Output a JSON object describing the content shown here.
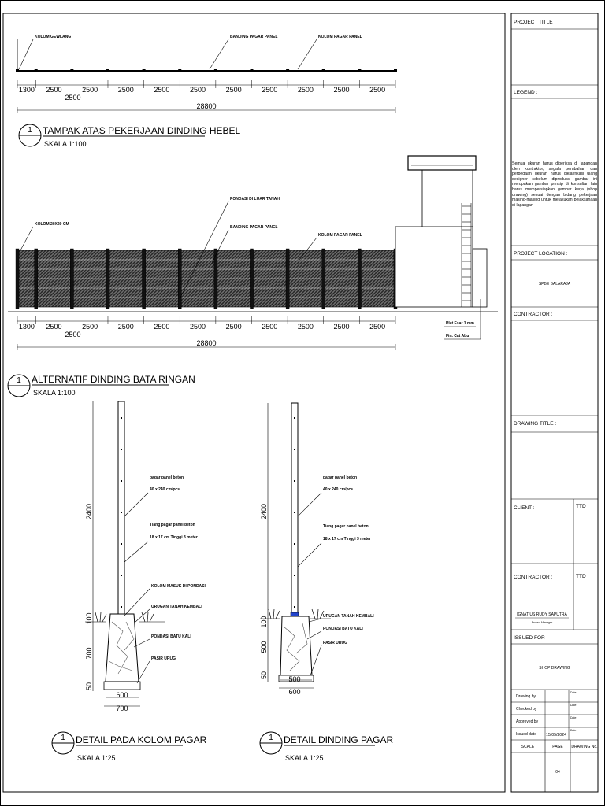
{
  "plan_view": {
    "labels": {
      "column_end": "KOLOM GEWLANG",
      "panel_wall": "BANDING PAGAR PANEL",
      "panel_column": "KOLOM PAGAR PANEL"
    },
    "dims": [
      "1300",
      "2500",
      "2500",
      "2500",
      "2500",
      "2500",
      "2500",
      "2500",
      "2500",
      "2500",
      "2500"
    ],
    "dim_below": "2500",
    "total": "28800",
    "number": "1",
    "title": "TAMPAK ATAS PEKERJAAN DINDING HEBEL",
    "scale": "SKALA 1:100"
  },
  "elevation": {
    "labels": {
      "column": "KOLOM 20X20 CM",
      "ground_foundation": "PONDASI DI LUAR TANAH",
      "panel_wall": "BANDING PAGAR PANEL",
      "panel_column": "KOLOM PAGAR PANEL"
    },
    "paint_note_1": "Plat Esar 1 mm",
    "paint_note_2": "Fin. Cat Abu",
    "dims": [
      "1300",
      "2500",
      "2500",
      "2500",
      "2500",
      "2500",
      "2500",
      "2500",
      "2500",
      "2500",
      "2500"
    ],
    "dim_below": "2500",
    "total": "28800",
    "number": "1",
    "title": "ALTERNATIF DINDING BATA RINGAN",
    "scale": "SKALA 1:100"
  },
  "detail_column": {
    "height": "2400",
    "depth_top": "100",
    "depth_mid": "700",
    "depth_bot": "50",
    "width_inner": "600",
    "width_outer": "700",
    "labels": [
      "pagar panel beton",
      "40 x 240 cm/pcs",
      "Tiang pagar panel beton",
      "18 x 17 cm Tinggi 3 meter",
      "KOLOM MASUK DI PONDASI",
      "URUGAN TANAH KEMBALI",
      "PONDASI BATU KALI",
      "PASIR URUG"
    ],
    "number": "1",
    "title": "DETAIL PADA KOLOM PAGAR",
    "scale": "SKALA 1:25"
  },
  "detail_wall": {
    "height": "2400",
    "depth_top": "100",
    "depth_mid": "500",
    "depth_bot": "50",
    "width_inner": "500",
    "width_outer": "600",
    "labels": [
      "pagar panel beton",
      "40 x 240 cm/pcs",
      "Tiang pagar panel beton",
      "18 x 17 cm Tinggi 3 meter",
      "URUGAN TANAH KEMBALI",
      "PONDASI BATU KALI",
      "PASIR URUG"
    ],
    "number": "1",
    "title": "DETAIL DINDING PAGAR",
    "scale": "SKALA 1:25"
  },
  "title_block": {
    "project_title": "PROJECT TITLE",
    "legend": "LEGEND :",
    "note": "Semua ukuran harus diperiksa di lapangan oleh kontraktor, segala perubahan dan perbedaan ukuran harus diklarifikasi ulang designer sebelum diproduksi gambar ini merupakan gambar prinsip di konsultan lain harus mempersiapkan gambar kerja (shop drawing) sesuai dengan bidang pekerjaan masing-masing untuk melakukan pelaksanaan di lapangan",
    "project_location": "PROJECT LOCATION :",
    "location_value": "SPBE BALARAJA",
    "contractor": "CONTRACTOR :",
    "drawing_title": "DRAWING TITLE :",
    "client": "CLIENT :",
    "ttd": "TTD",
    "contractor2": "CONTRACTOR :",
    "ttd2": "TTD",
    "signer_name": "IGNATIUS RUDY SAPUTRA",
    "signer_role": "Project Manager",
    "issued_for": "ISSUED FOR :",
    "issued_value": "SHOP DRAWING",
    "rows": [
      {
        "label": "Drawing by",
        "date": "Date",
        "value": ""
      },
      {
        "label": "Checked by",
        "date": "Date",
        "value": ""
      },
      {
        "label": "Approved by",
        "date": "Date",
        "value": ""
      },
      {
        "label": "Issued date",
        "date": "Date",
        "value": "15/05/2024"
      }
    ],
    "scale_h": "SCALE",
    "page_h": "PAGE",
    "drawing_no_h": "DRAWING No.",
    "page_value": "04"
  },
  "colors": {
    "line": "#000000",
    "panel_fill": "#3a3a3a"
  }
}
